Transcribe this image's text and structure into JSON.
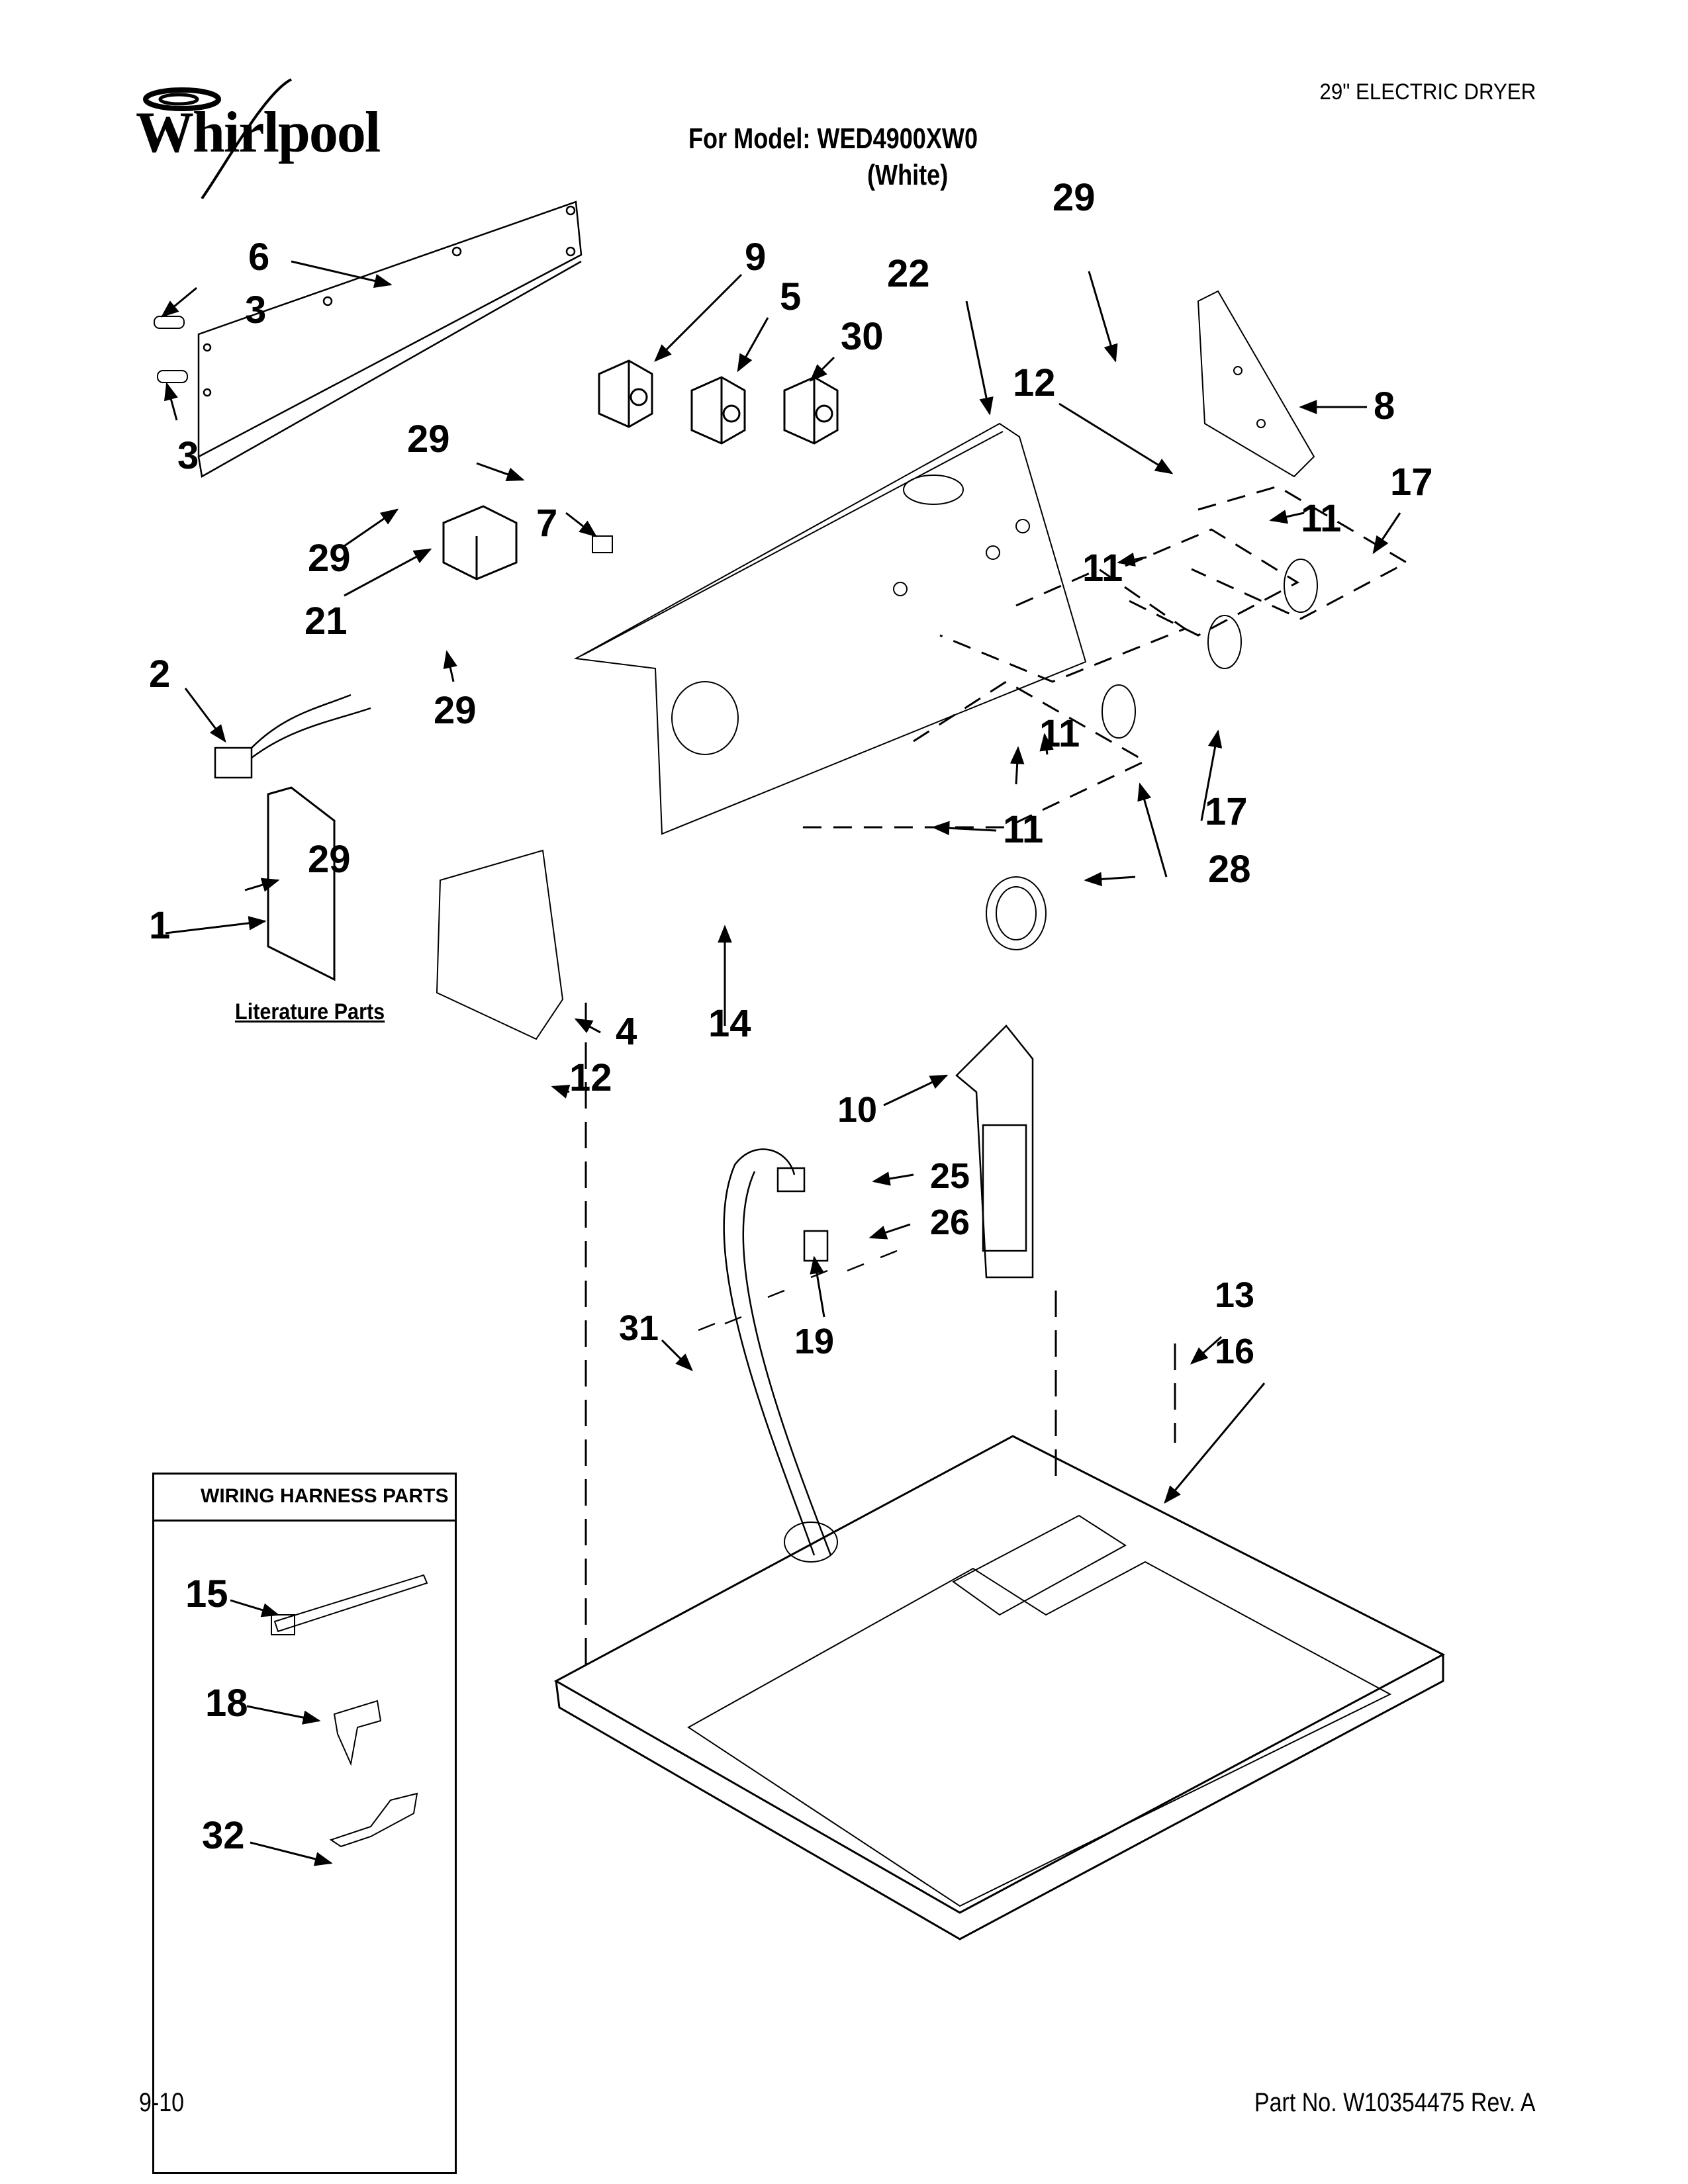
{
  "header": {
    "brand": "Whirlpool",
    "product_type": "29\" ELECTRIC DRYER",
    "model_line": "For Model: WED4900XW0",
    "color_line": "(White)"
  },
  "footer": {
    "page_code": "9-10",
    "part_number": "Part No. W10354475 Rev. A"
  },
  "literature_label": "Literature Parts",
  "harness_box": {
    "title": "WIRING HARNESS PARTS",
    "callouts": [
      "15",
      "18",
      "32"
    ]
  },
  "callouts": [
    {
      "id": "c6",
      "label": "6"
    },
    {
      "id": "c3a",
      "label": "3"
    },
    {
      "id": "c3b",
      "label": "3"
    },
    {
      "id": "c9",
      "label": "9"
    },
    {
      "id": "c5",
      "label": "5"
    },
    {
      "id": "c30",
      "label": "30"
    },
    {
      "id": "c22",
      "label": "22"
    },
    {
      "id": "c29a",
      "label": "29"
    },
    {
      "id": "c12a",
      "label": "12"
    },
    {
      "id": "c8",
      "label": "8"
    },
    {
      "id": "c17a",
      "label": "17"
    },
    {
      "id": "c29b",
      "label": "29"
    },
    {
      "id": "c29c",
      "label": "29"
    },
    {
      "id": "c7",
      "label": "7"
    },
    {
      "id": "c21",
      "label": "21"
    },
    {
      "id": "c29d",
      "label": "29"
    },
    {
      "id": "c2",
      "label": "2"
    },
    {
      "id": "c11a",
      "label": "11"
    },
    {
      "id": "c11b",
      "label": "11"
    },
    {
      "id": "c11c",
      "label": "11"
    },
    {
      "id": "c17b",
      "label": "17"
    },
    {
      "id": "c11d",
      "label": "11"
    },
    {
      "id": "c28",
      "label": "28"
    },
    {
      "id": "c29e",
      "label": "29"
    },
    {
      "id": "c1",
      "label": "1"
    },
    {
      "id": "c4",
      "label": "4"
    },
    {
      "id": "c14",
      "label": "14"
    },
    {
      "id": "c12b",
      "label": "12"
    },
    {
      "id": "c10",
      "label": "10"
    },
    {
      "id": "c25",
      "label": "25"
    },
    {
      "id": "c26",
      "label": "26"
    },
    {
      "id": "c19",
      "label": "19"
    },
    {
      "id": "c31",
      "label": "31"
    },
    {
      "id": "c13",
      "label": "13"
    },
    {
      "id": "c16",
      "label": "16"
    }
  ]
}
